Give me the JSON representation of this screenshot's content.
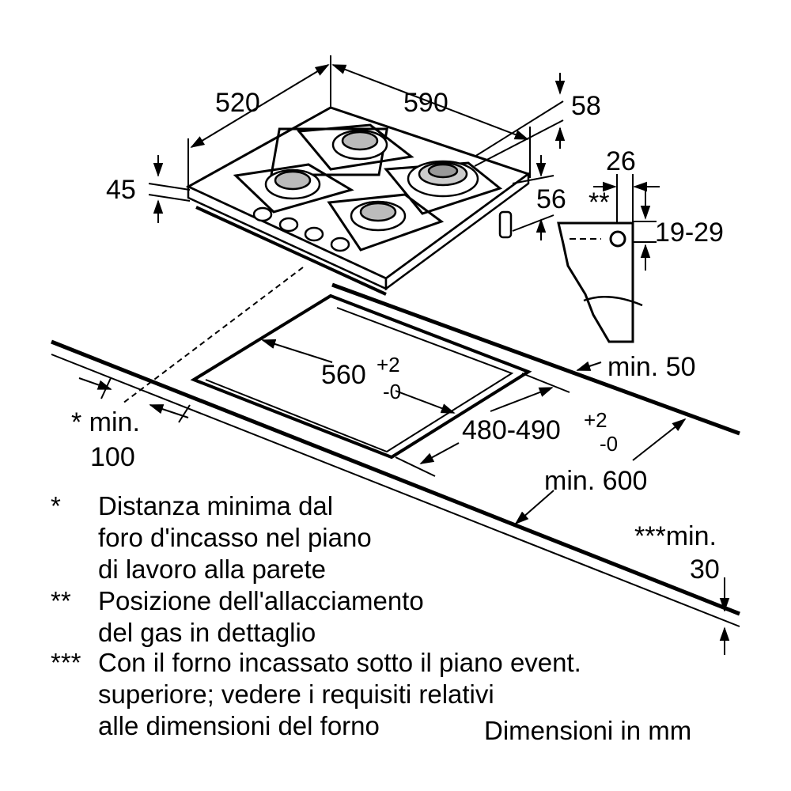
{
  "dimensions": {
    "depth": "520",
    "width": "590",
    "height": "45",
    "top_offset": "58",
    "connector_offset": "56",
    "connector_width": "26",
    "double_star": "**",
    "connector_height": "19-29",
    "cutout_width": "560",
    "cutout_width_tol_plus": "+2",
    "cutout_width_tol_minus": "-0",
    "cutout_depth": "480-490",
    "cutout_depth_tol_plus": "+2",
    "cutout_depth_tol_minus": "-0",
    "min_rear": "min. 50",
    "min_side_1": "* min.",
    "min_side_2": "100",
    "min_worktop": "min. 600",
    "min_oven_1": "***min.",
    "min_oven_2": "30"
  },
  "notes": [
    {
      "mark": "*",
      "lines": [
        "Distanza minima dal",
        "foro d'incasso nel piano",
        "di lavoro alla parete"
      ]
    },
    {
      "mark": "**",
      "lines": [
        "Posizione dell'allacciamento",
        "del gas in dettaglio"
      ]
    },
    {
      "mark": "***",
      "lines": [
        "Con il forno incassato sotto il piano event.",
        "superiore; vedere i requisiti relativi",
        "alle dimensioni del forno"
      ]
    }
  ],
  "units_note": "Dimensioni in mm"
}
